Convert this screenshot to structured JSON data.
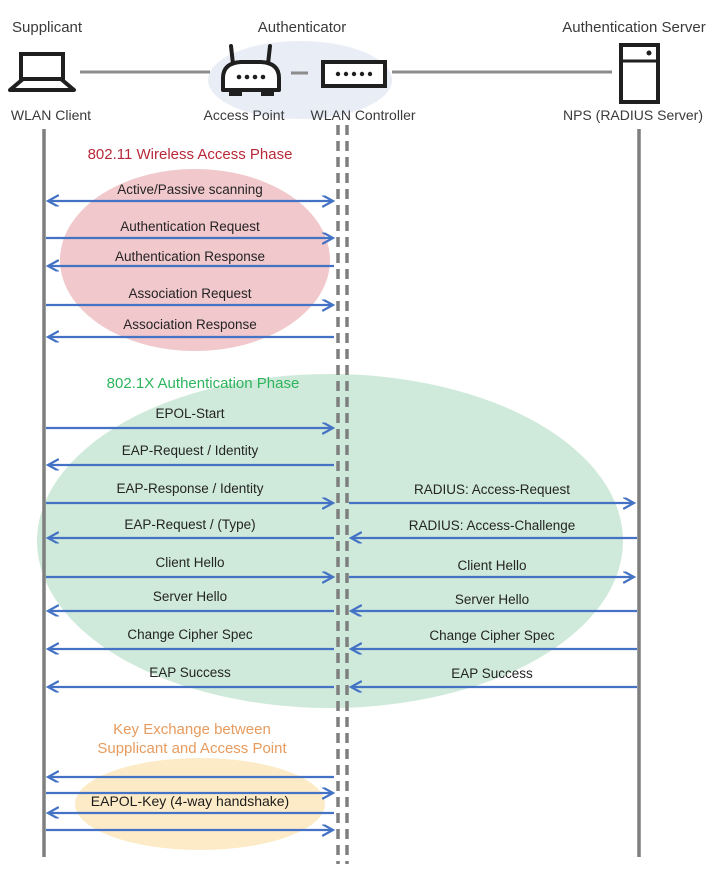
{
  "header": {
    "roles": {
      "supplicant": "Supplicant",
      "authenticator": "Authenticator",
      "authentication_server": "Authentication Server"
    },
    "devices": {
      "wlan_client": {
        "label": "WLAN Client",
        "icon": "laptop-icon"
      },
      "access_point": {
        "label": "Access Point",
        "icon": "access-point-icon"
      },
      "wlan_controller": {
        "label": "WLAN Controller",
        "icon": "wlan-controller-icon"
      },
      "nps": {
        "label": "NPS (RADIUS Server)",
        "icon": "server-icon"
      }
    }
  },
  "phases": {
    "wireless_access": {
      "title": "802.11 Wireless Access Phase",
      "color": "#b82938",
      "ellipse_color": "#f1c8cb"
    },
    "authentication": {
      "title": "802.1X Authentication Phase",
      "color": "#2db45c",
      "ellipse_color": "#cfeada"
    },
    "key_exchange": {
      "title_line1": "Key Exchange between",
      "title_line2": "Supplicant and Access Point",
      "color": "#e79b5e",
      "ellipse_color": "#fdebc8"
    }
  },
  "messages": {
    "client_to_authenticator": [
      {
        "label": "Active/Passive scanning",
        "direction": "both"
      },
      {
        "label": "Authentication Request",
        "direction": "right"
      },
      {
        "label": "Authentication Response",
        "direction": "left"
      },
      {
        "label": "Association Request",
        "direction": "right"
      },
      {
        "label": "Association Response",
        "direction": "left"
      },
      {
        "label": "EPOL-Start",
        "direction": "right"
      },
      {
        "label": "EAP-Request / Identity",
        "direction": "left"
      },
      {
        "label": "EAP-Response / Identity",
        "direction": "right"
      },
      {
        "label": "EAP-Request / (Type)",
        "direction": "left"
      },
      {
        "label": "Client Hello",
        "direction": "right"
      },
      {
        "label": "Server Hello",
        "direction": "left"
      },
      {
        "label": "Change Cipher Spec",
        "direction": "left"
      },
      {
        "label": "EAP Success",
        "direction": "left"
      },
      {
        "label": "EAPOL-Key (4-way handshake)",
        "direction": "4-way: left, right, left, right"
      }
    ],
    "authenticator_to_server": [
      {
        "label": "RADIUS: Access-Request",
        "direction": "right"
      },
      {
        "label": "RADIUS: Access-Challenge",
        "direction": "left"
      },
      {
        "label": "Client Hello",
        "direction": "right"
      },
      {
        "label": "Server Hello",
        "direction": "left"
      },
      {
        "label": "Change Cipher Spec",
        "direction": "left"
      },
      {
        "label": "EAP Success",
        "direction": "left"
      }
    ]
  },
  "colors": {
    "arrow": "#4472c4",
    "lifeline": "#7f7f7f",
    "topology_link": "#8c8c8c",
    "device_icon": "#1f1f1f",
    "authenticator_halo": "#e9edf6"
  }
}
